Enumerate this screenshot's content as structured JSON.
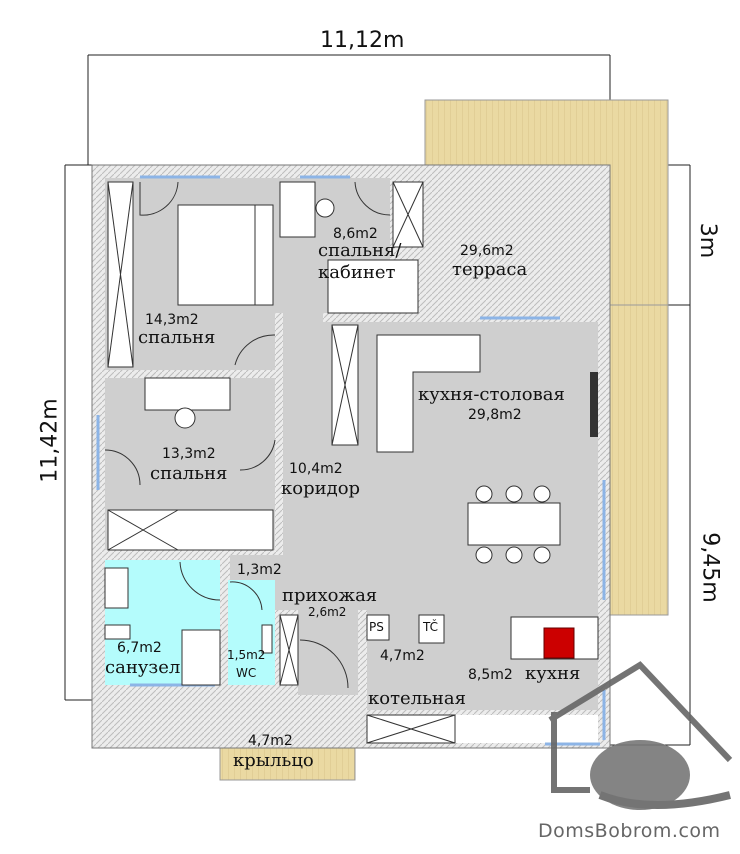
{
  "dimensions": {
    "top": "11,12m",
    "left": "11,42m",
    "right_top": "3m",
    "right_bottom": "9,45m"
  },
  "rooms": [
    {
      "id": "bedroom1",
      "area": "14,3m2",
      "name": "спальня"
    },
    {
      "id": "bedroom-office",
      "area": "8,6m2",
      "name": "спальня/ кабинет"
    },
    {
      "id": "terrace",
      "area": "29,6m2",
      "name": "терраса"
    },
    {
      "id": "kitchen-dining",
      "area": "29,8m2",
      "name": "кухня-столовая"
    },
    {
      "id": "bedroom2",
      "area": "13,3m2",
      "name": "спальня"
    },
    {
      "id": "corridor",
      "area": "10,4m2",
      "name": "коридор"
    },
    {
      "id": "closet",
      "area": "1,3m2",
      "name": ""
    },
    {
      "id": "hall",
      "area": "2,6m2",
      "name": "прихожая"
    },
    {
      "id": "bathroom",
      "area": "6,7m2",
      "name": "санузел"
    },
    {
      "id": "wc",
      "area": "1,5m2",
      "name": "WC"
    },
    {
      "id": "boiler",
      "area": "4,7m2",
      "name": "котельная"
    },
    {
      "id": "kitchen",
      "area": "8,5m2",
      "name": "кухня"
    },
    {
      "id": "porch",
      "area": "4,7m2",
      "name": "крыльцо"
    }
  ],
  "fixtures": {
    "ps": "PS",
    "tc": "TČ"
  },
  "brand": "DomsBobrom.com",
  "colors": {
    "floor": "#cfcfcf",
    "bath": "#b4fcfc",
    "wood": "#ead9a2",
    "wall": "#e6e6e6",
    "window": "#a8c8f0"
  }
}
